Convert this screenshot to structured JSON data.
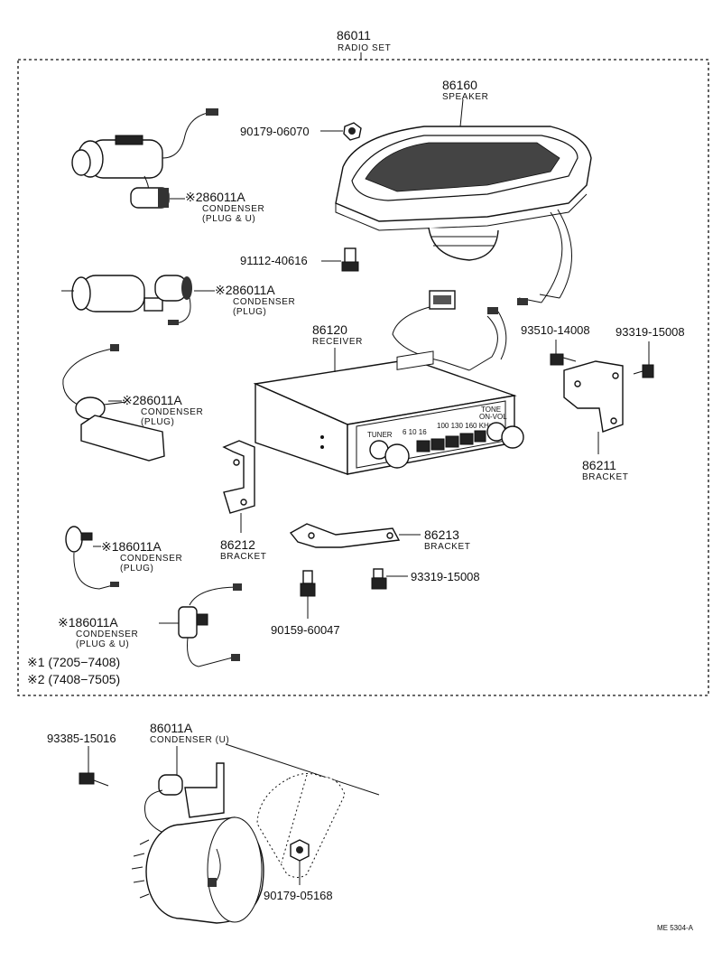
{
  "radio_set": {
    "number": "86011",
    "name": "RADIO SET"
  },
  "speaker": {
    "number": "86160",
    "name": "SPEAKER"
  },
  "receiver": {
    "number": "86120",
    "name": "RECEIVER",
    "knob_left": "TUNER",
    "knob_right": "TONE",
    "knob_right_sub": "ON-VOL",
    "dial_left": "6 10 16",
    "dial_right": "100 130 160 KHz"
  },
  "bolts": {
    "b1": "90179-06070",
    "b2": "91112-40616",
    "b3": "93510-14008",
    "b4": "93319-15008",
    "b5": "93319-15008",
    "b6": "90159-60047",
    "b7": "93385-15016",
    "b8": "90179-05168"
  },
  "brackets": {
    "b86211": {
      "number": "86211",
      "name": "BRACKET"
    },
    "b86212": {
      "number": "86212",
      "name": "BRACKET"
    },
    "b86213": {
      "number": "86213",
      "name": "BRACKET"
    }
  },
  "condensers": {
    "c1": {
      "mark": "※2",
      "number": "86011A",
      "name": "CONDENSER",
      "sub": "(PLUG & U)"
    },
    "c2": {
      "mark": "※2",
      "number": "86011A",
      "name": "CONDENSER",
      "sub": "(PLUG)"
    },
    "c3": {
      "mark": "※2",
      "number": "86011A",
      "name": "CONDENSER",
      "sub": "(PLUG)"
    },
    "c4": {
      "mark": "※1",
      "number": "86011A",
      "name": "CONDENSER",
      "sub": "(PLUG)"
    },
    "c5": {
      "mark": "※1",
      "number": "86011A",
      "name": "CONDENSER",
      "sub": "(PLUG & U)"
    },
    "c6": {
      "mark": "",
      "number": "86011A",
      "name": "CONDENSER  (U)",
      "sub": ""
    }
  },
  "notes": {
    "n1": "※1 (7205−7408)",
    "n2": "※2 (7408−7505)"
  },
  "code": "ME 5304-A"
}
